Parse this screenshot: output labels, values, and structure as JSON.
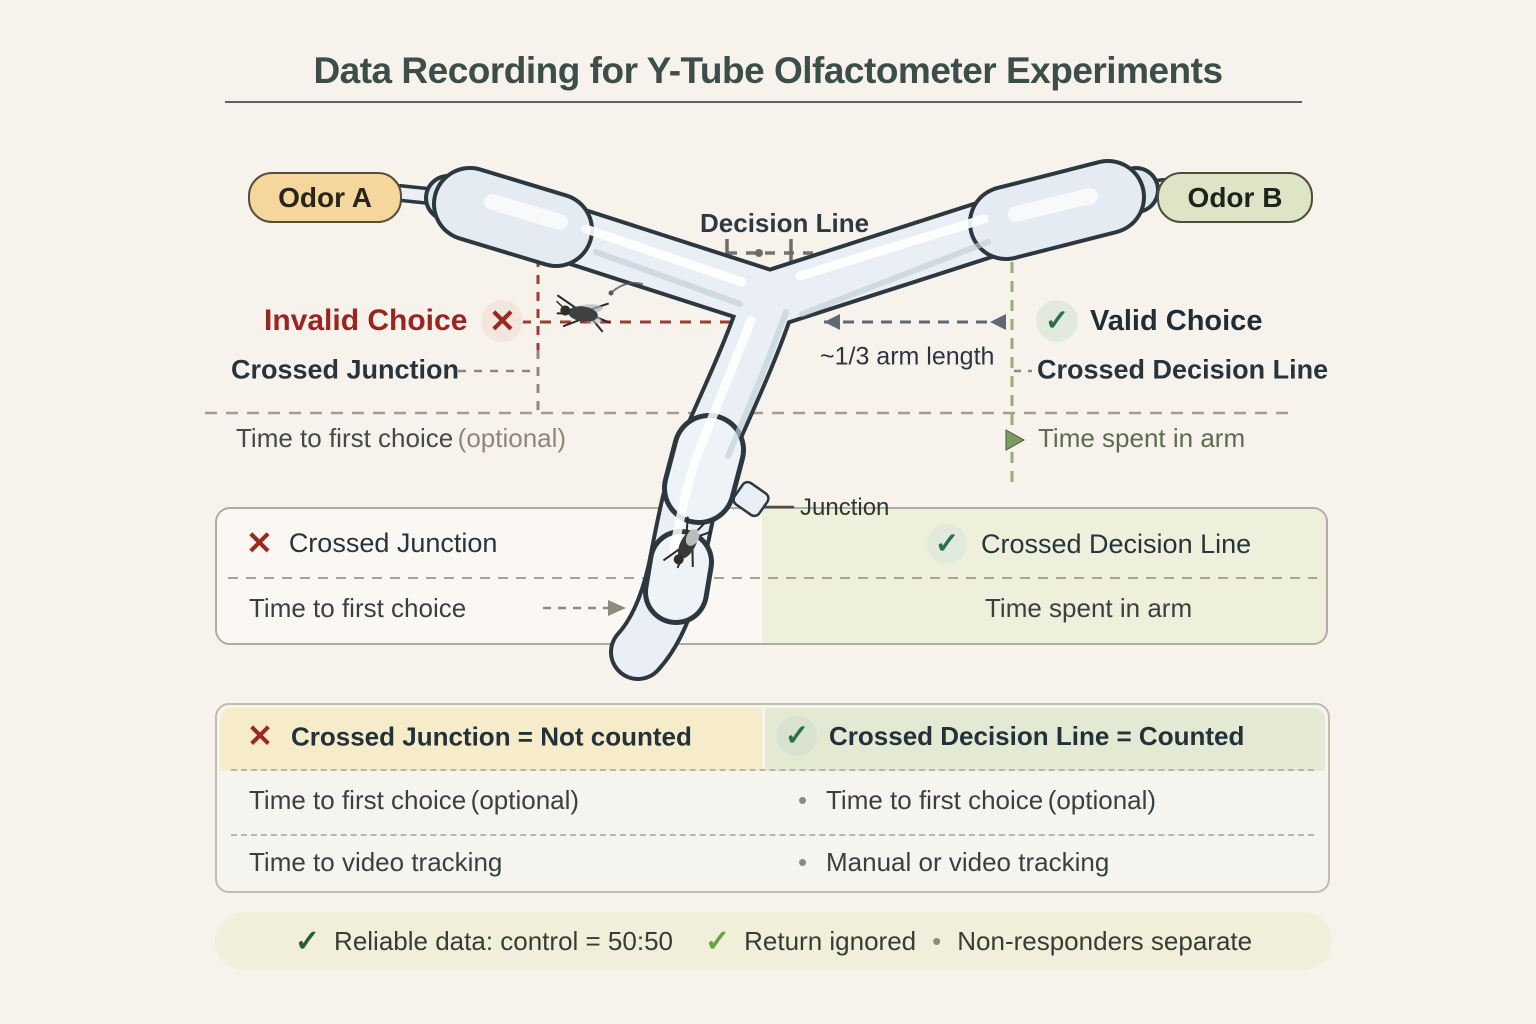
{
  "header": {
    "title": "Data Recording for Y-Tube Olfactometer Experiments"
  },
  "odor_sources": {
    "a": "Odor A",
    "b": "Odor B"
  },
  "diagram": {
    "decision_line": "Decision Line",
    "invalid": {
      "label": "Invalid Choice",
      "event": "Crossed Junction",
      "metric": "Time to first choice",
      "metric_note": "(optional)"
    },
    "valid": {
      "label": "Valid Choice",
      "event": "Crossed Decision Line",
      "metric": "Time spent in arm"
    },
    "arm_length_note": "~1/3 arm length",
    "junction": "Junction"
  },
  "panel": {
    "invalid_event": "Crossed Junction",
    "invalid_metric": "Time to first choice",
    "valid_event": "Crossed Decision Line",
    "valid_metric": "Time spent in arm"
  },
  "summary": {
    "invalid_header": "Crossed Junction = Not counted",
    "valid_header": "Crossed Decision Line = Counted",
    "invalid_row1": "Time to first choice",
    "invalid_row1_note": "(optional)",
    "invalid_row2": "Time to video tracking",
    "valid_row1": "Time to first choice",
    "valid_row1_note": "(optional)",
    "valid_row2": "Manual or video tracking"
  },
  "footer": {
    "item1": "Reliable data: control = 50:50",
    "item2": "Return ignored",
    "item3": "Non-responders separate"
  },
  "icons": {
    "cross": "✕",
    "check": "✓"
  },
  "colors": {
    "background": "#f8f2ec",
    "invalid_red": "#9c2420",
    "valid_green": "#2a7246",
    "odor_a_bg": "#f5d69d",
    "odor_b_bg": "#dee4c6",
    "green_dash": "#98ad74",
    "gray_dash": "#a39d93",
    "red_dash": "#a23a32"
  }
}
